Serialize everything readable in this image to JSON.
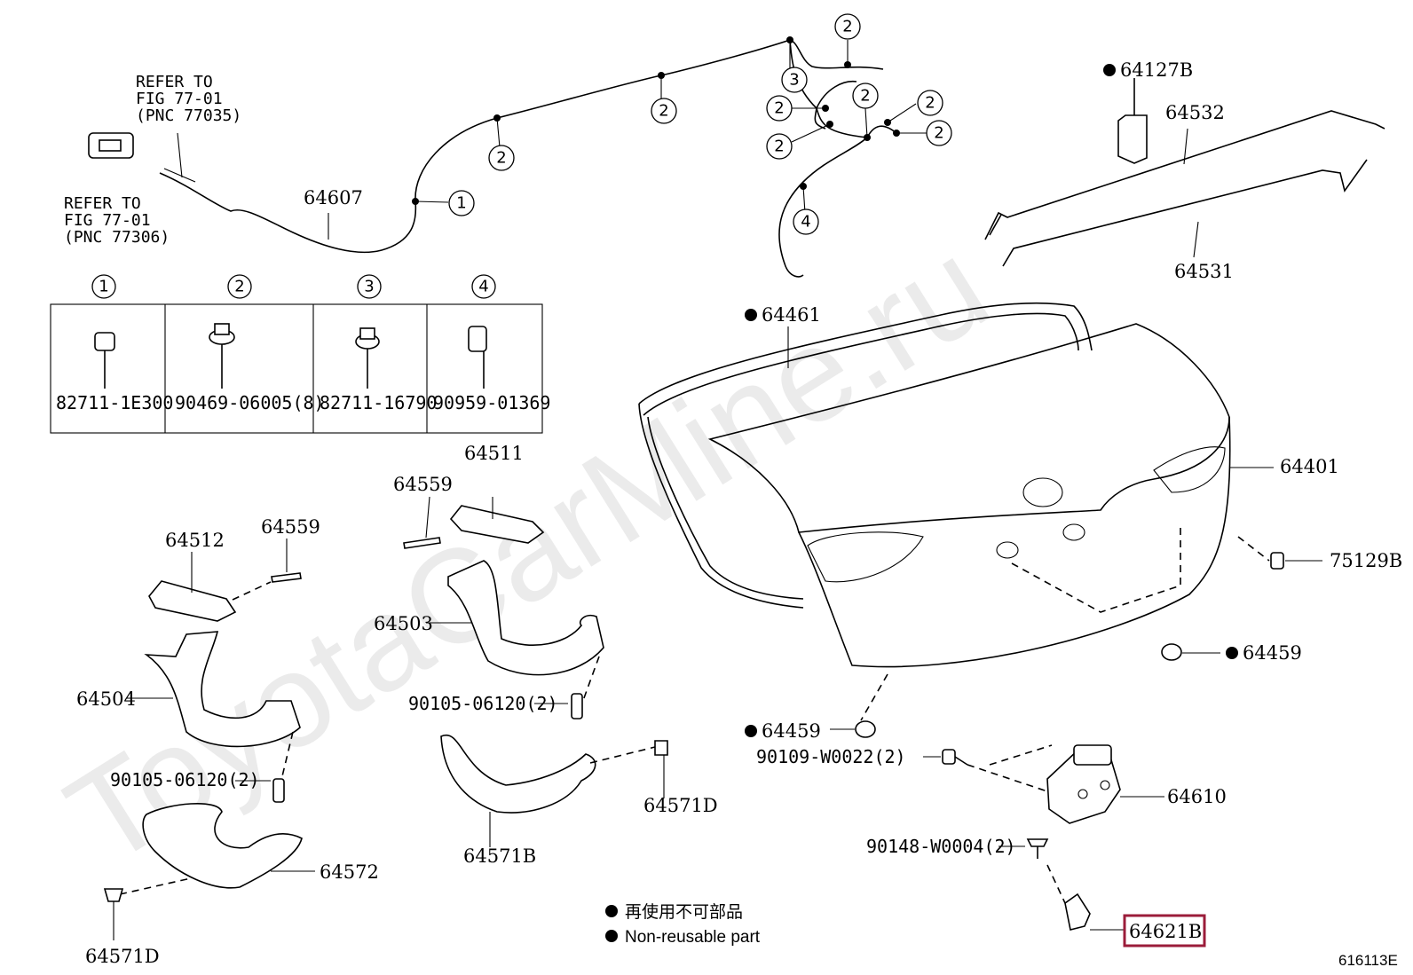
{
  "figure_code": "616113E",
  "watermark": "ToyotaCarMine.ru",
  "refer_notes": [
    {
      "line1": "REFER TO",
      "line2": "FIG 77-01",
      "line3": "(PNC 77035)"
    },
    {
      "line1": "REFER TO",
      "line2": "FIG 77-01",
      "line3": "(PNC 77306)"
    }
  ],
  "cable_clip_markers": [
    "1",
    "2",
    "3",
    "4"
  ],
  "clip_table": [
    {
      "marker": "1",
      "part": "82711-1E300"
    },
    {
      "marker": "2",
      "part": "90469-06005(8)"
    },
    {
      "marker": "3",
      "part": "82711-16790"
    },
    {
      "marker": "4",
      "part": "90959-01369"
    }
  ],
  "parts": {
    "cable": "64607",
    "bracket_top": "64127B",
    "rod_upper": "64532",
    "rod_lower": "64531",
    "weatherstrip": "64461",
    "lid": "64401",
    "plug": "75129B",
    "cushion_right": "64459",
    "cushion_left": "64459",
    "bolt_latch": "90109-W0022(2)",
    "latch": "64610",
    "screw_bottom": "90148-W0004(2)",
    "striker": "64621B",
    "hinge_bracket_right": "64511",
    "pin_right": "64559",
    "hinge_right": "64503",
    "bolt_hinge_right": "90105-06120(2)",
    "cover_right": "64571B",
    "clip_right": "64571D",
    "hinge_bracket_left": "64512",
    "pin_left": "64559",
    "hinge_left": "64504",
    "bolt_hinge_left": "90105-06120(2)",
    "cover_left": "64572",
    "clip_left": "64571D"
  },
  "legend": {
    "line_jp": "再使用不可部品",
    "line_en": "Non-reusable part"
  },
  "highlight_color": "#9b1c3a"
}
